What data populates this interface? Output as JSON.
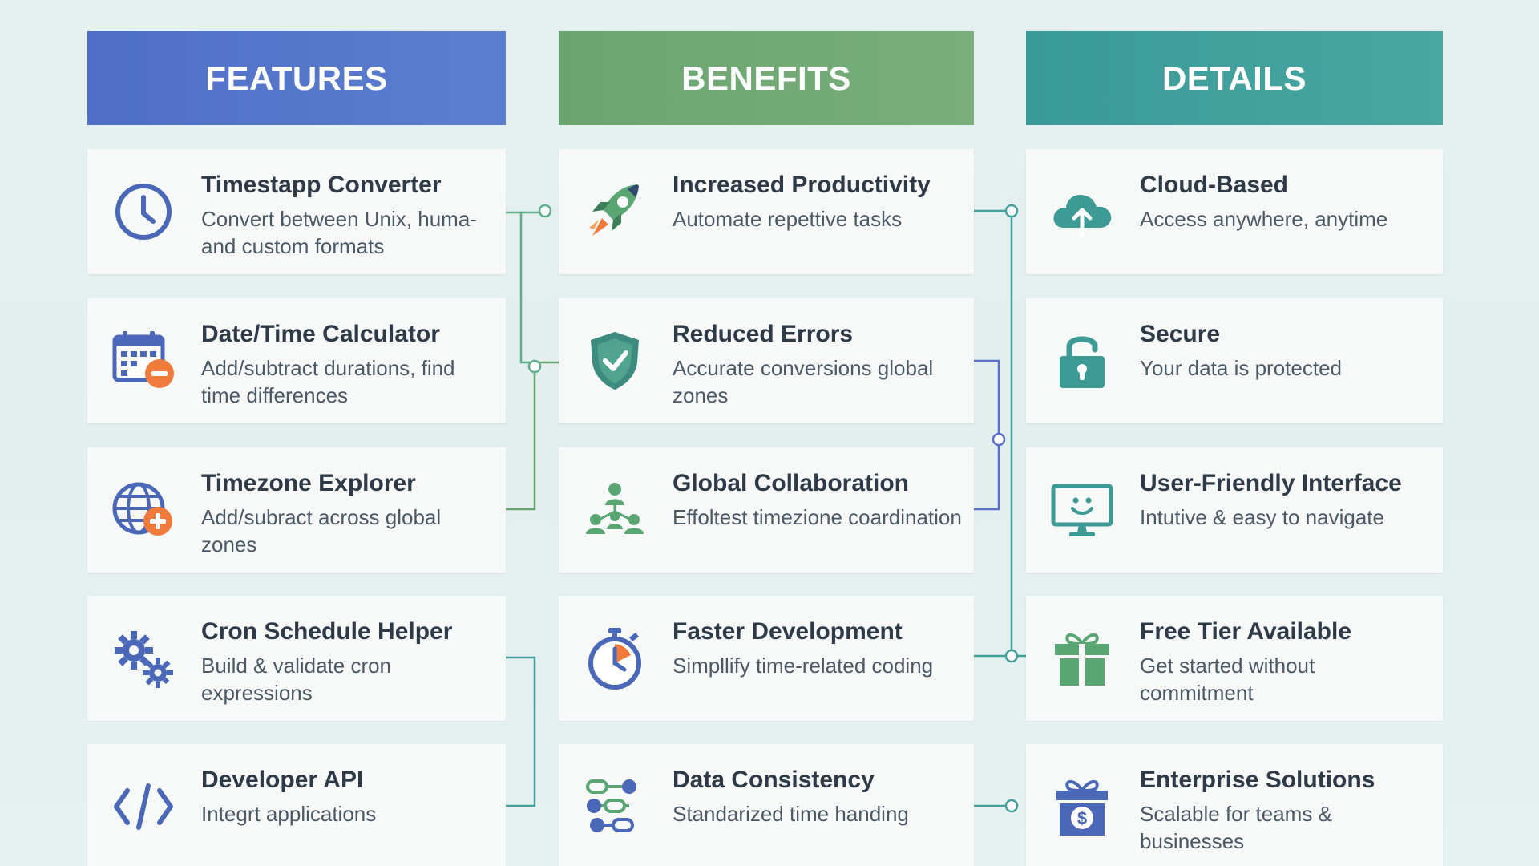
{
  "headers": {
    "features": "FEATURES",
    "benefits": "BENEFITS",
    "details": "DETAILS"
  },
  "features": [
    {
      "title": "Timestapp Converter",
      "desc": "Convert between Unix, huma- and custom formats",
      "icon": "clock-icon"
    },
    {
      "title": "Date/Time Calculator",
      "desc": "Add/subtract durations, find time differences",
      "icon": "calendar-minus-icon"
    },
    {
      "title": "Timezone Explorer",
      "desc": "Add/subract across global zones",
      "icon": "globe-plus-icon"
    },
    {
      "title": "Cron Schedule Helper",
      "desc": "Build & validate cron expressions",
      "icon": "gears-icon"
    },
    {
      "title": "Developer API",
      "desc": "Integrt applications",
      "icon": "code-brackets-icon"
    }
  ],
  "benefits": [
    {
      "title": "Increased Productivity",
      "desc": "Automate repettive tasks",
      "icon": "rocket-icon"
    },
    {
      "title": "Reduced Errors",
      "desc": "Accurate conversions global zones",
      "icon": "shield-check-icon"
    },
    {
      "title": "Global Collaboration",
      "desc": "Effoltest timezione coardination",
      "icon": "people-network-icon"
    },
    {
      "title": "Faster Development",
      "desc": "Simpllify time-related coding",
      "icon": "stopwatch-icon"
    },
    {
      "title": "Data Consistency",
      "desc": "Standarized time handing",
      "icon": "toggles-icon"
    }
  ],
  "details": [
    {
      "title": "Cloud-Based",
      "desc": "Access anywhere, anytime",
      "icon": "cloud-upload-icon"
    },
    {
      "title": "Secure",
      "desc": "Your data is protected",
      "icon": "padlock-icon"
    },
    {
      "title": "User-Friendly Interface",
      "desc": "Intutive & easy to navigate",
      "icon": "monitor-smile-icon"
    },
    {
      "title": "Free Tier Available",
      "desc": "Get started without commitment",
      "icon": "gift-icon"
    },
    {
      "title": "Enterprise Solutions",
      "desc": "Scalable for teams & businesses",
      "icon": "dollar-gift-icon"
    }
  ],
  "colors": {
    "features_header": "#5577ca",
    "benefits_header": "#71a975",
    "details_header": "#42a19c",
    "connector_green": "#6aa571",
    "connector_teal": "#42a19c",
    "connector_blue": "#5a6fc9"
  }
}
